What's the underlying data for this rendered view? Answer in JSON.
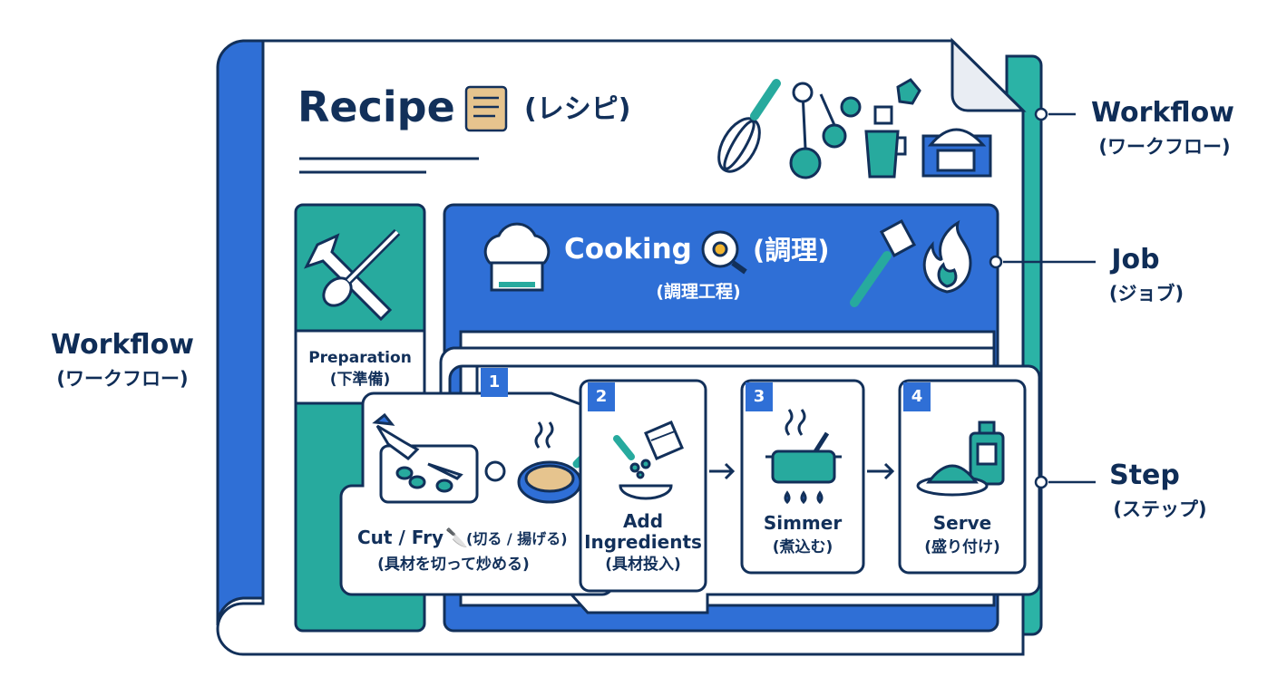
{
  "recipe": {
    "title": "Recipe",
    "title_suffix": "(レシピ)"
  },
  "prep": {
    "title": "Preparation",
    "subtitle": "(下準備)"
  },
  "job": {
    "title": "Cooking",
    "title_suffix": "(調理)",
    "subtitle": "(調理工程)"
  },
  "steps": [
    {
      "number": "1",
      "title": "Cut / Fry",
      "title_suffix": "(切る / 揚げる)",
      "subtitle": "(具材を切って炒める)"
    },
    {
      "number": "2",
      "title": "Add",
      "title_line2": "Ingredients",
      "subtitle": "(具材投入)"
    },
    {
      "number": "3",
      "title": "Simmer",
      "subtitle": "(煮込む)"
    },
    {
      "number": "4",
      "title": "Serve",
      "subtitle": "(盛り付け)"
    }
  ],
  "callouts": {
    "workflow_left": {
      "title": "Workflow",
      "subtitle": "(ワークフロー)"
    },
    "workflow_right": {
      "title": "Workflow",
      "subtitle": "(ワークフロー)"
    },
    "job": {
      "title": "Job",
      "subtitle": "(ジョブ)"
    },
    "step": {
      "title": "Step",
      "subtitle": "(ステップ)"
    }
  },
  "colors": {
    "navy": "#12305a",
    "blue": "#2f6fd6",
    "teal": "#27aa9e",
    "light_teal": "#2bb3a6"
  },
  "icons": [
    "scroll-icon",
    "whisk-icon",
    "measuring-spoons-icon",
    "measuring-cup-icon",
    "sugar-icon",
    "chef-hat-icon",
    "frying-pan-egg-icon",
    "spatula-icon",
    "flame-icon",
    "wrench-spoon-icon",
    "knife-board-icon",
    "pan-icon",
    "pot-icon",
    "plate-bottle-icon"
  ]
}
